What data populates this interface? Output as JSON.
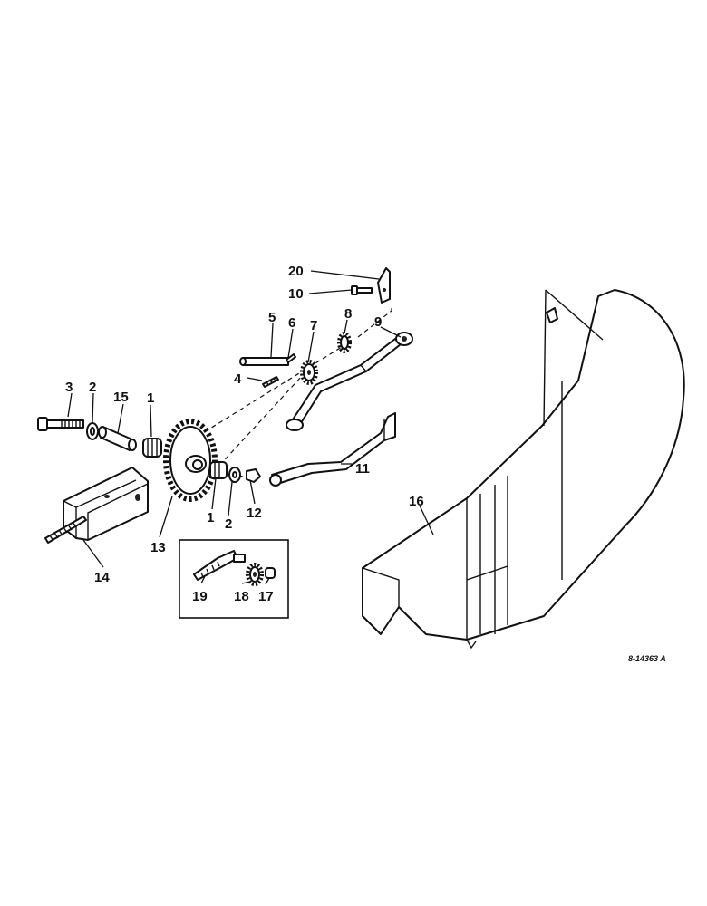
{
  "figure_id": "8-14363 A",
  "callouts": {
    "c1a": "1",
    "c1b": "1",
    "c2a": "2",
    "c2b": "2",
    "c3": "3",
    "c4": "4",
    "c5": "5",
    "c6": "6",
    "c7": "7",
    "c8": "8",
    "c9": "9",
    "c10": "10",
    "c11": "11",
    "c12": "12",
    "c13": "13",
    "c14": "14",
    "c15": "15",
    "c16": "16",
    "c17": "17",
    "c18": "18",
    "c19": "19",
    "c20": "20"
  },
  "parts": [
    {
      "ref": "1",
      "icon": "bushing-icon"
    },
    {
      "ref": "2",
      "icon": "washer-icon"
    },
    {
      "ref": "3",
      "icon": "bolt-icon"
    },
    {
      "ref": "4",
      "icon": "cotter-pin-icon"
    },
    {
      "ref": "5",
      "icon": "pin-icon"
    },
    {
      "ref": "6",
      "icon": "cotter-pin-icon"
    },
    {
      "ref": "7",
      "icon": "idler-sprocket-icon"
    },
    {
      "ref": "8",
      "icon": "sprocket-icon"
    },
    {
      "ref": "9",
      "icon": "idler-arm-icon"
    },
    {
      "ref": "10",
      "icon": "bolt-icon"
    },
    {
      "ref": "11",
      "icon": "support-arm-icon"
    },
    {
      "ref": "12",
      "icon": "nut-icon"
    },
    {
      "ref": "13",
      "icon": "large-sprocket-icon"
    },
    {
      "ref": "14",
      "icon": "mounting-bracket-icon"
    },
    {
      "ref": "15",
      "icon": "spacer-icon"
    },
    {
      "ref": "16",
      "icon": "chain-shield-icon"
    },
    {
      "ref": "17",
      "icon": "bushing-icon"
    },
    {
      "ref": "18",
      "icon": "sprocket-icon"
    },
    {
      "ref": "19",
      "icon": "idler-arm-icon"
    },
    {
      "ref": "20",
      "icon": "bracket-icon"
    }
  ]
}
